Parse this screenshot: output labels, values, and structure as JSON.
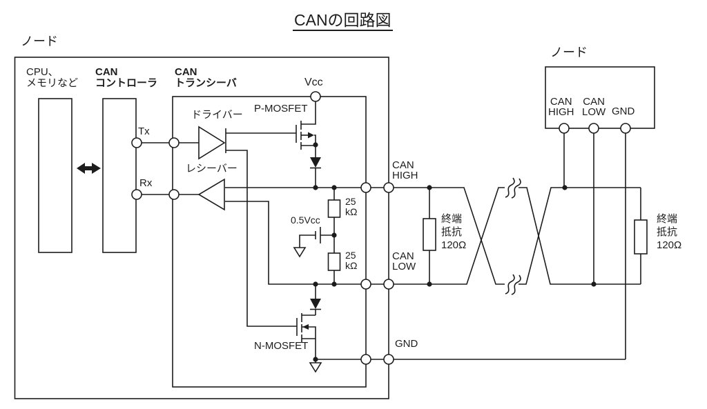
{
  "title": "CANの回路図",
  "colors": {
    "line": "#1c1c1c",
    "background": "#ffffff"
  },
  "left_node": {
    "label": "ノード",
    "cpu_box_label": "CPU、\nメモリなど",
    "controller_label": "CAN\nコントローラ",
    "transceiver_label": "CAN\nトランシーバ",
    "tx_label": "Tx",
    "rx_label": "Rx",
    "driver_label": "ドライバー",
    "receiver_label": "レシーバー",
    "vcc_label": "Vcc",
    "p_mosfet_label": "P-MOSFET",
    "n_mosfet_label": "N-MOSFET",
    "bias_label": "0.5Vcc",
    "resistor_top_label": "25\nkΩ",
    "resistor_bottom_label": "25\nkΩ"
  },
  "bus": {
    "can_high_label": "CAN\nHIGH",
    "can_low_label": "CAN\nLOW",
    "gnd_label": "GND",
    "terminator_left_label": "終端\n抵抗\n120Ω",
    "terminator_right_label": "終端\n抵抗\n120Ω"
  },
  "right_node": {
    "label": "ノード",
    "can_high_label": "CAN\nHIGH",
    "can_low_label": "CAN\nLOW",
    "gnd_label": "GND"
  }
}
